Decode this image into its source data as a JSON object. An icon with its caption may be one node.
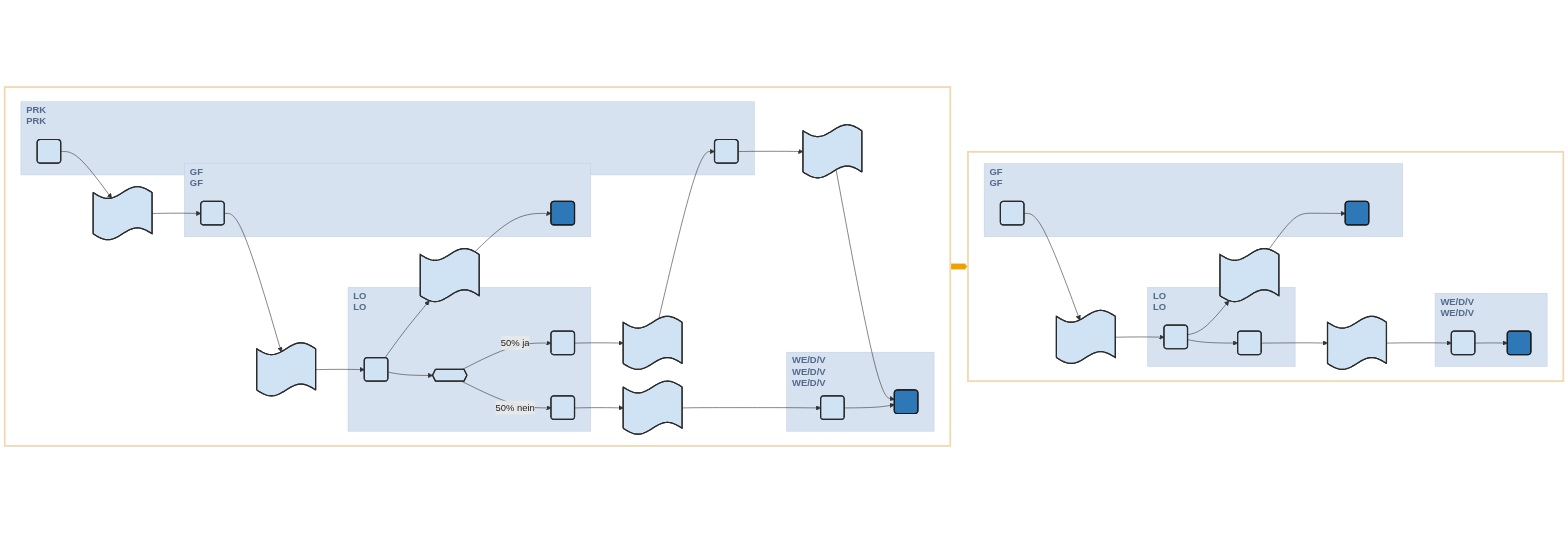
{
  "diagram": {
    "nodes": [
      {
        "text": [],
        "shape": "box"
      },
      {
        "text": [
          "GF",
          "GF"
        ],
        "in": 0
      },
      {
        "text": [
          "PRK",
          "PRK"
        ],
        "in": 0
      },
      {
        "text": [
          "LO",
          "LO"
        ],
        "in": 0
      },
      {
        "text": [
          "WE/D/V",
          "WE/D/V",
          "WE/D/V"
        ],
        "in": 0
      },
      {
        "text": [],
        "shape": "box",
        "in": 1
      },
      {
        "text": [],
        "shape": "box",
        "in": 1
      },
      {
        "text": [],
        "shape": "wave",
        "in": 0
      },
      {
        "text": [],
        "shape": "wave",
        "in": 0
      },
      {
        "text": [],
        "shape": "box",
        "in": 2
      },
      {
        "text": [],
        "shape": "box",
        "in": 2
      },
      {
        "text": [],
        "shape": "wave",
        "in": 0
      },
      {
        "text": [],
        "shape": "wave",
        "in": 0
      },
      {
        "text": [],
        "shape": "box",
        "in": 3
      },
      {
        "text": [],
        "shape": "hexagon",
        "in": 3
      },
      {
        "text": [],
        "shape": "box",
        "in": 3
      },
      {
        "text": [],
        "shape": "box",
        "in": 3
      },
      {
        "text": [],
        "shape": "wave",
        "in": 0
      },
      {
        "text": [],
        "shape": "wave",
        "in": 0
      },
      {
        "text": [],
        "shape": "box",
        "in": 4
      },
      {
        "text": [],
        "shape": "box",
        "in": 4
      },
      {
        "text": [],
        "shape": "box"
      },
      {
        "text": [
          "GF",
          "GF"
        ],
        "in": 21
      },
      {
        "text": [
          "LO",
          "LO"
        ],
        "in": 21
      },
      {
        "text": [
          "WE/D/V",
          "WE/D/V"
        ],
        "in": 21
      },
      {
        "text": [],
        "shape": "box",
        "in": 22
      },
      {
        "text": [],
        "shape": "box",
        "in": 22
      },
      {
        "text": [],
        "shape": "wave",
        "in": 21
      },
      {
        "text": [],
        "shape": "wave",
        "in": 21
      },
      {
        "text": [],
        "shape": "box",
        "in": 23
      },
      {
        "text": [],
        "shape": "box",
        "in": 23
      },
      {
        "text": [],
        "shape": "wave",
        "in": 21
      },
      {
        "text": [],
        "shape": "box",
        "in": 24
      },
      {
        "text": [],
        "shape": "box",
        "in": 24
      }
    ],
    "edges": [
      {
        "from": 9,
        "to": 7,
        "arrow": "to"
      },
      {
        "from": 7,
        "to": 5,
        "arrow": "to"
      },
      {
        "from": 5,
        "to": 11,
        "arrow": "to"
      },
      {
        "from": 11,
        "to": 13,
        "arrow": "to"
      },
      {
        "from": 13,
        "to": 14,
        "arrow": "to"
      },
      {
        "from": 13,
        "to": 8,
        "arrow": "to"
      },
      {
        "from": 8,
        "to": 6,
        "arrow": "to"
      },
      {
        "from": 14,
        "to": 15,
        "label": "50% ja",
        "arrow": "to"
      },
      {
        "from": 14,
        "to": 16,
        "label": "50% nein",
        "arrow": "to"
      },
      {
        "from": 15,
        "to": 12,
        "arrow": "to"
      },
      {
        "from": 12,
        "to": 10,
        "arrow": "to"
      },
      {
        "from": 16,
        "to": 17,
        "arrow": "to"
      },
      {
        "from": 10,
        "to": 18,
        "arrow": "to"
      },
      {
        "from": 17,
        "to": 19,
        "arrow": "to"
      },
      {
        "from": 18,
        "to": 20,
        "arrow": "to"
      },
      {
        "from": 19,
        "to": 20,
        "arrow": "to"
      },
      {
        "from": 25,
        "to": 27,
        "arrow": "to"
      },
      {
        "from": 27,
        "to": 29,
        "arrow": "to"
      },
      {
        "from": 29,
        "to": 30,
        "arrow": "to"
      },
      {
        "from": 29,
        "to": 28,
        "arrow": "to"
      },
      {
        "from": 28,
        "to": 26,
        "arrow": "to"
      },
      {
        "from": 30,
        "to": 31,
        "arrow": "to"
      },
      {
        "from": 31,
        "to": 32,
        "arrow": "to"
      },
      {
        "from": 32,
        "to": 33,
        "arrow": "to"
      },
      {
        "from": 0,
        "to": 21,
        "arrow": "to",
        "style": "thick",
        "color": "#f0a000"
      }
    ]
  }
}
